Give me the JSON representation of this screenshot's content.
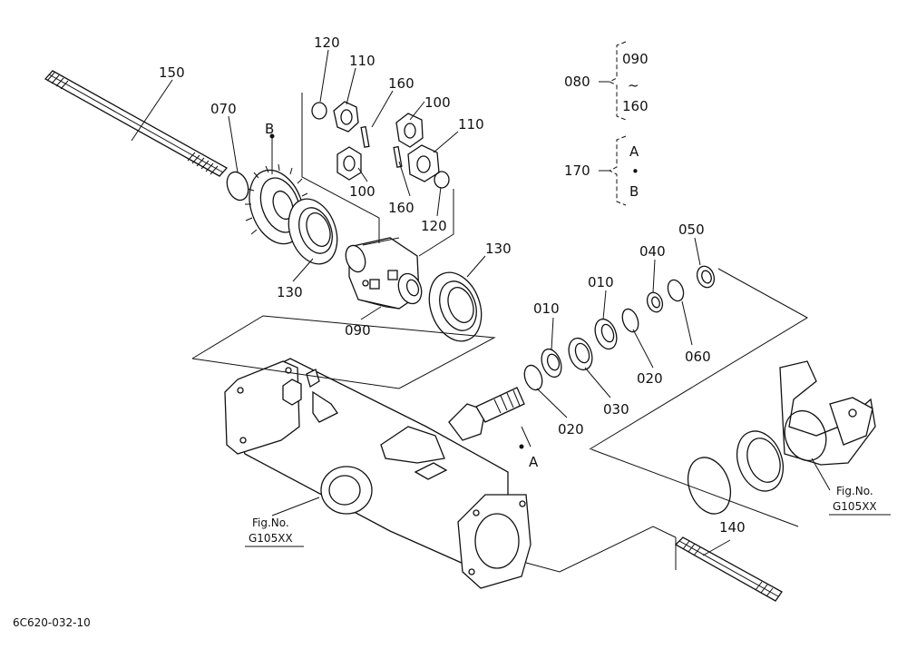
{
  "callouts": {
    "p150": "150",
    "p070": "070",
    "pB": "B",
    "p120a": "120",
    "p110a": "110",
    "p160a": "160",
    "p100a": "100",
    "p110b": "110",
    "p100b": "100",
    "p160b": "160",
    "p120b": "120",
    "p130a": "130",
    "p130b": "130",
    "p090": "090",
    "p010a": "010",
    "p010b": "010",
    "p040": "040",
    "p050": "050",
    "p060": "060",
    "p020a": "020",
    "p030": "030",
    "p020b": "020",
    "pA": "A",
    "p140": "140"
  },
  "legend": {
    "g1_label": "080",
    "g1_top": "090",
    "g1_tilde": "~",
    "g1_bottom": "160",
    "g2_label": "170",
    "g2_top": "A",
    "g2_dot": "•",
    "g2_bottom": "B"
  },
  "figrefs": {
    "left_line1": "Fig.No.",
    "left_line2": "G105XX",
    "right_line1": "Fig.No.",
    "right_line2": "G105XX"
  },
  "drawing_code": "6C620-032-10"
}
